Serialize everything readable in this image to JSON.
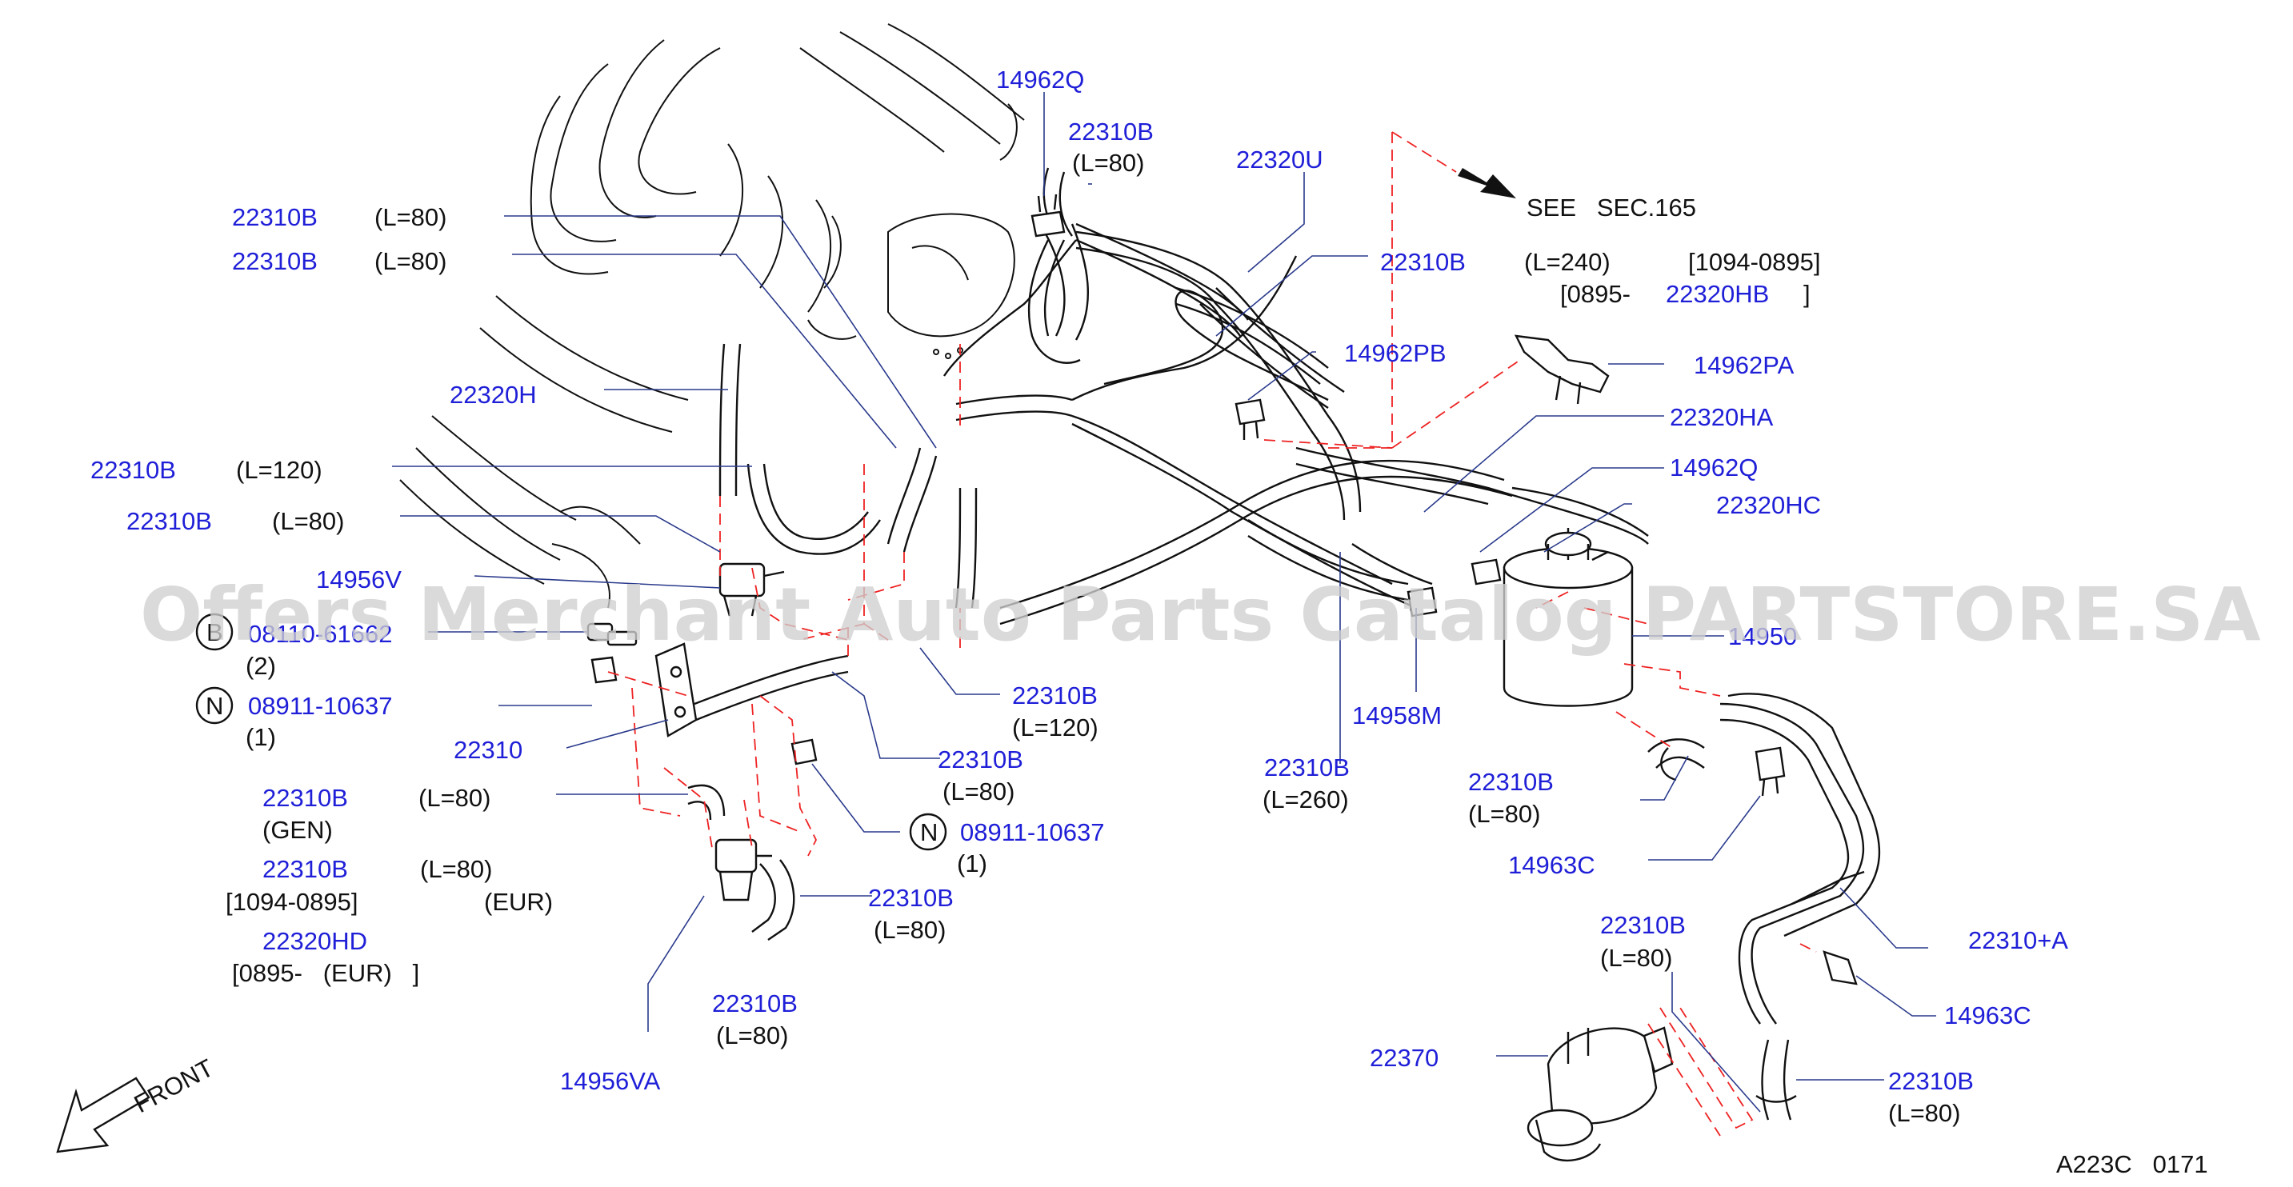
{
  "labels": {
    "l01": "14962Q",
    "l02": "22310B",
    "l03": "(L=80)",
    "l04": "22320U",
    "l05": "22310B",
    "l06": "(L=80)",
    "l07": "22310B",
    "l08": "(L=80)",
    "l09": "SEE   SEC.165",
    "l10": "22310B",
    "l11": "(L=240)",
    "l12": "[1094-0895]",
    "l13": "[0895-",
    "l14": "22320HB",
    "l15": "]",
    "l16": "14962PB",
    "l17": "14962PA",
    "l18": "22320H",
    "l19": "22320HA",
    "l20": "22310B",
    "l21": "(L=120)",
    "l22": "14962Q",
    "l23": "22310B",
    "l24": "(L=80)",
    "l25": "22320HC",
    "l26": "14956V",
    "l27": "08110-61662",
    "l28": "B",
    "l29": "(2)",
    "l30": "14950",
    "l31": "N",
    "l32": "08911-10637",
    "l33": "(1)",
    "l34": "22310B",
    "l35": "(L=120)",
    "l36": "14958M",
    "l37": "22310",
    "l38": "22310B",
    "l39": "(L=80)",
    "l40": "22310B",
    "l41": "(L=260)",
    "l42": "22310B",
    "l43": "(L=80)",
    "l44": "22310B",
    "l45": "(L=80)",
    "l46": "(GEN)",
    "l47": "N",
    "l48": "08911-10637",
    "l49": "(1)",
    "l50": "14963C",
    "l51": "22310B",
    "l52": "(L=80)",
    "l53": "[1094-0895]",
    "l54": "(EUR)",
    "l55": "22310B",
    "l56": "(L=80)",
    "l57": "22310+A",
    "l58": "22320HD",
    "l59": "[0895-   (EUR)   ]",
    "l60": "22310B",
    "l61": "(L=80)",
    "l62": "14963C",
    "l63": "22310B",
    "l64": "(L=80)",
    "l65": "22370",
    "l66": "14956VA",
    "l67": "22310B",
    "l68": "(L=80)",
    "l69": "FRONT",
    "l70": "A223C   0171"
  },
  "watermark": "Offers Merchant Auto Parts Catalog PARTSTORE.SA",
  "colors": {
    "part_number": "#1f1fd8",
    "leader_line": "#2a3a8c",
    "dashed_line": "#ee2222",
    "drawing": "#111111",
    "watermark": "#cfcfcf"
  }
}
